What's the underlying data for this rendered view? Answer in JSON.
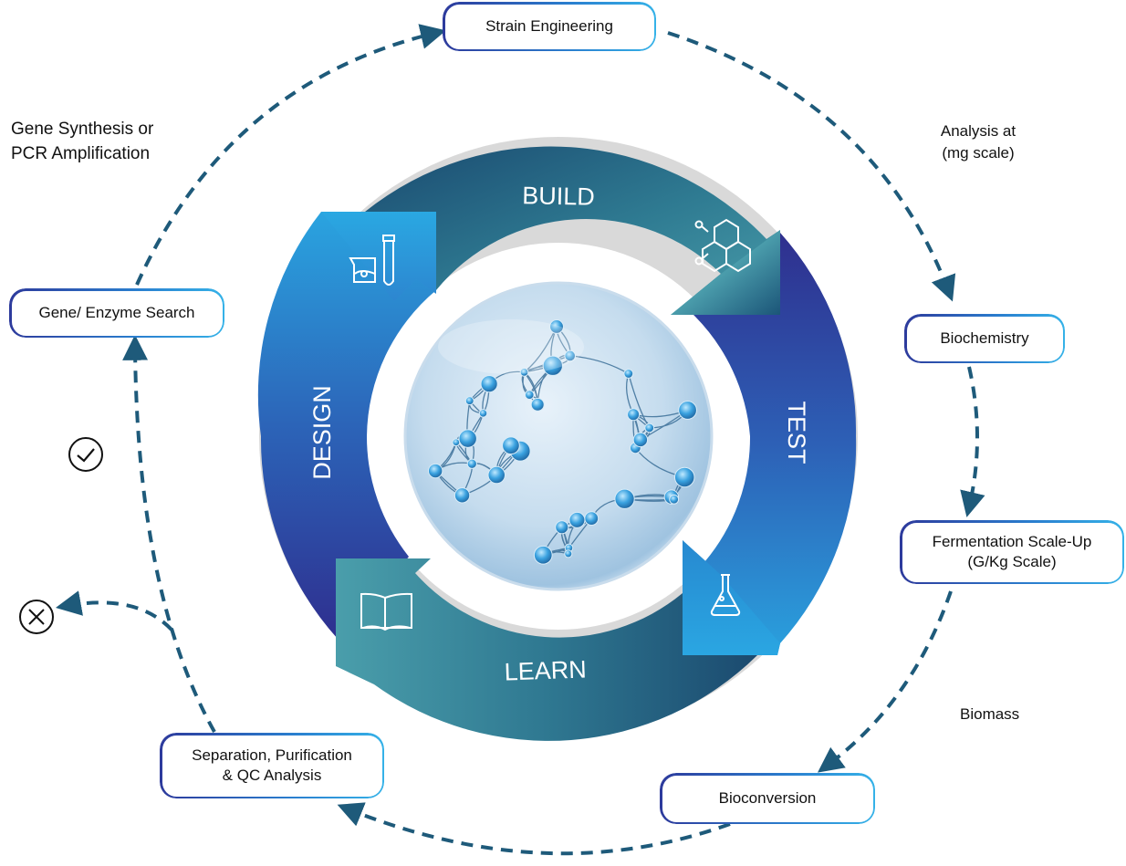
{
  "diagram": {
    "cycle": {
      "stages": [
        {
          "id": "build",
          "label": "BUILD",
          "icon": "molecule-icon"
        },
        {
          "id": "test",
          "label": "TEST",
          "icon": "flask-icon"
        },
        {
          "id": "learn",
          "label": "LEARN",
          "icon": "book-icon"
        },
        {
          "id": "design",
          "label": "DESIGN",
          "icon": "beaker-test-tube-icon"
        }
      ],
      "center_image": "molecular-network-sphere"
    },
    "nodes": {
      "strain_engineering": "Strain Engineering",
      "biochemistry": "Biochemistry",
      "fermentation_line1": "Fermentation Scale-Up",
      "fermentation_line2": "(G/Kg Scale)",
      "bioconversion": "Bioconversion",
      "separation_line1": "Separation, Purification",
      "separation_line2": "& QC Analysis",
      "gene_enzyme_search": "Gene/ Enzyme Search"
    },
    "annotations": {
      "gene_synthesis_line1": "Gene Synthesis or",
      "gene_synthesis_line2": "PCR Amplification",
      "analysis_line1": "Analysis at",
      "analysis_line2": "(mg scale)",
      "biomass": "Biomass"
    },
    "status_icons": {
      "pass": "check-circle-icon",
      "fail": "x-circle-icon"
    },
    "colors": {
      "arrow": "#1e5a7a",
      "teal_dark": "#1b4f72",
      "teal_light": "#4a9eab",
      "blue_light": "#2aa5e0",
      "indigo": "#2e2f8f",
      "node_border_start": "#2d3a9c",
      "node_border_end": "#35b2e8"
    }
  }
}
